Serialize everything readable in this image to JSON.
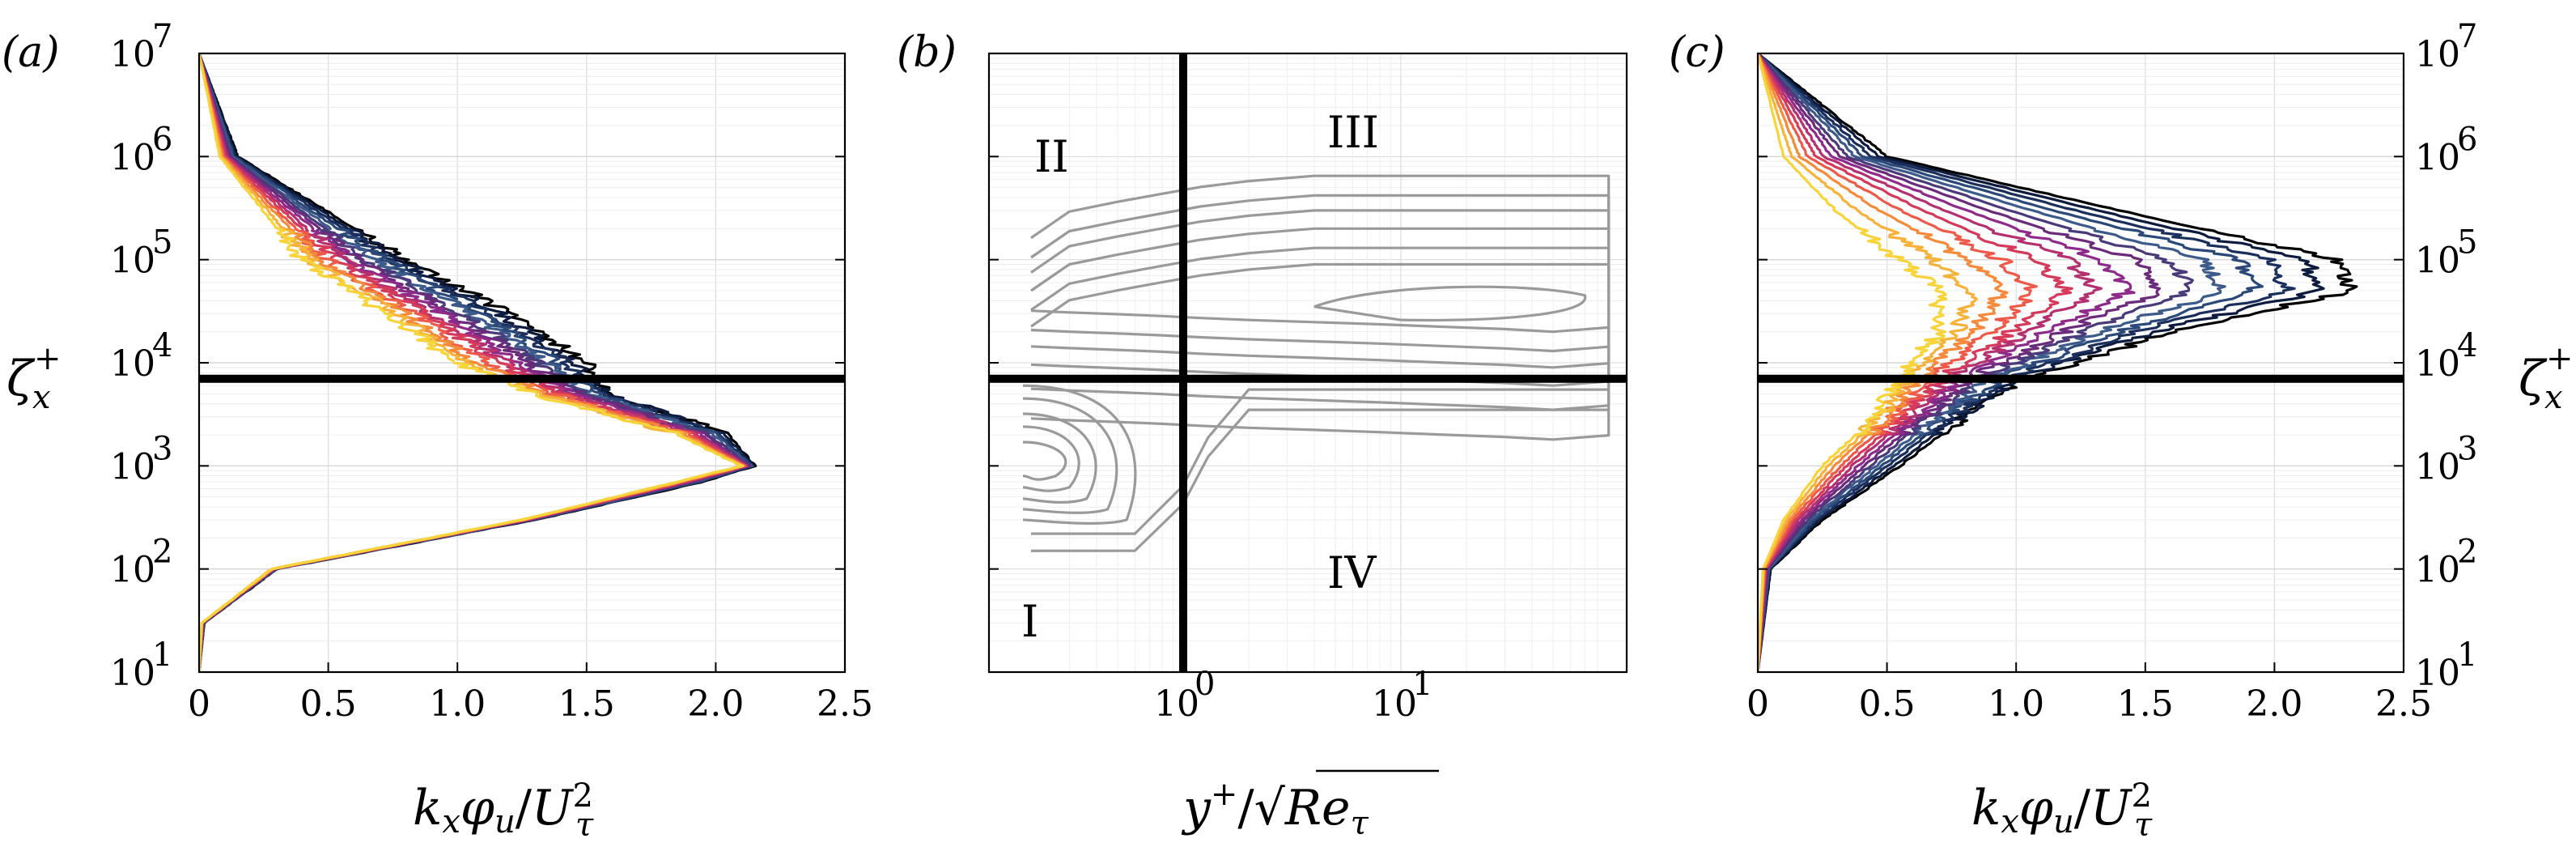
{
  "figure": {
    "ylabel_sym": "ζ",
    "ylabel_sub": "x",
    "ylabel_sup": "+"
  },
  "colors": {
    "viridis_like_ramp": [
      "#000000",
      "#0d1b3e",
      "#1b2f5c",
      "#2a4878",
      "#3c5a8a",
      "#4a3a7a",
      "#6b2a7a",
      "#8e2a8a",
      "#b5306e",
      "#d63a5a",
      "#ee5a4a",
      "#f58a3a",
      "#f7b23a",
      "#f7d43a"
    ],
    "contour": "#9a9a9a",
    "threshold_line": "#000000"
  },
  "panels": [
    {
      "id": "a",
      "label": "(a)",
      "xlabel": "k_xφ_u/U_τ^2",
      "xticks": [
        "0",
        "0.5",
        "1.0",
        "1.5",
        "2.0",
        "2.5"
      ],
      "yticks": [
        "10",
        "10",
        "10",
        "10",
        "10",
        "10",
        "10"
      ],
      "ytick_exps": [
        "1",
        "2",
        "3",
        "4",
        "5",
        "6",
        "7"
      ]
    },
    {
      "id": "b",
      "label": "(b)",
      "xlabel": "y⁺/√Re_τ",
      "xticks": [
        "10",
        "10"
      ],
      "xtick_exps": [
        "0",
        "1"
      ],
      "regions": [
        "I",
        "II",
        "III",
        "IV"
      ]
    },
    {
      "id": "c",
      "label": "(c)",
      "xlabel": "k_xφ_u/U_τ^2",
      "xticks": [
        "0",
        "0.5",
        "1.0",
        "1.5",
        "2.0",
        "2.5"
      ],
      "yticks": [
        "10",
        "10",
        "10",
        "10",
        "10",
        "10",
        "10"
      ],
      "ytick_exps": [
        "1",
        "2",
        "3",
        "4",
        "5",
        "6",
        "7"
      ]
    }
  ],
  "chart_data": [
    {
      "panel": "a",
      "type": "line",
      "xlim": [
        0,
        2.5
      ],
      "ylim": [
        10,
        10000000
      ],
      "yscale": "log",
      "xlabel": "kxφu/Uτ²",
      "ylabel": "ζx+",
      "hline_y": 7000,
      "grid": true,
      "series_count": 14,
      "approx_profile": {
        "y": [
          10,
          30,
          100,
          300,
          700,
          1000,
          2000,
          5000,
          10000,
          30000,
          100000,
          1000000,
          10000000
        ],
        "x_first": [
          0.0,
          0.02,
          0.3,
          1.3,
          1.95,
          2.15,
          2.05,
          1.6,
          1.5,
          1.2,
          0.8,
          0.15,
          0.0
        ],
        "x_last": [
          0.0,
          0.01,
          0.28,
          1.25,
          1.85,
          2.1,
          1.85,
          1.3,
          1.0,
          0.72,
          0.4,
          0.08,
          0.0
        ]
      }
    },
    {
      "panel": "b",
      "type": "contour",
      "xscale": "log",
      "yscale": "log",
      "ylim": [
        10,
        10000000
      ],
      "xticks": [
        1,
        10
      ],
      "vline_x": 1,
      "hline_y": 7000,
      "regions": [
        "I",
        "II",
        "III",
        "IV"
      ]
    },
    {
      "panel": "c",
      "type": "line",
      "xlim": [
        0,
        2.5
      ],
      "ylim": [
        10,
        10000000
      ],
      "yscale": "log",
      "xlabel": "kxφu/Uτ²",
      "ylabel": "ζx+",
      "hline_y": 7000,
      "grid": true,
      "series_count": 14,
      "approx_profile": {
        "y": [
          10,
          100,
          300,
          1000,
          3000,
          7000,
          20000,
          50000,
          100000,
          300000,
          1000000,
          10000000
        ],
        "x_first": [
          0.0,
          0.05,
          0.25,
          0.55,
          0.8,
          1.05,
          1.6,
          2.3,
          2.25,
          1.4,
          0.5,
          0.0
        ],
        "x_last": [
          0.0,
          0.02,
          0.1,
          0.25,
          0.45,
          0.55,
          0.7,
          0.7,
          0.55,
          0.3,
          0.1,
          0.0
        ]
      }
    }
  ]
}
